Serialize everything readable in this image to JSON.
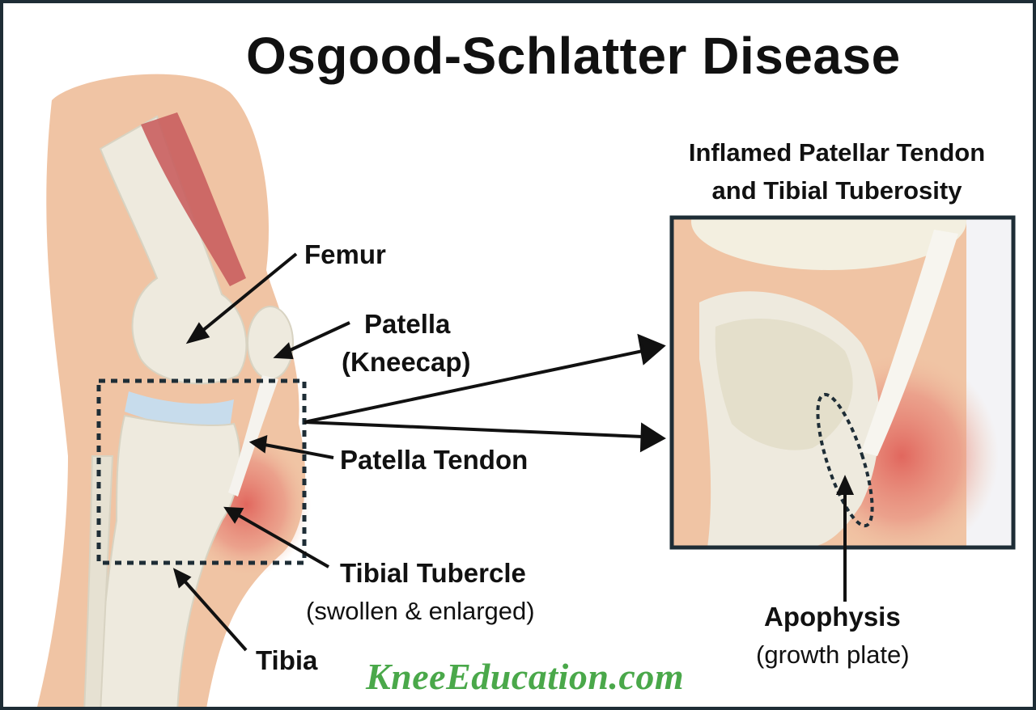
{
  "title": "Osgood-Schlatter Disease",
  "labels": {
    "femur": "Femur",
    "patella": "Patella",
    "patella_alt": "(Kneecap)",
    "patella_tendon": "Patella Tendon",
    "tibial_tubercle": "Tibial Tubercle",
    "tibial_tubercle_note": "(swollen & enlarged)",
    "tibia": "Tibia"
  },
  "inset": {
    "title_line1": "Inflamed Patellar Tendon",
    "title_line2": "and Tibial Tuberosity",
    "apophysis": "Apophysis",
    "apophysis_note": "(growth plate)"
  },
  "watermark": "KneeEducation.com",
  "colors": {
    "skin": "#f0c4a4",
    "bone": "#eeeade",
    "muscle": "#c95f5f",
    "cartilage": "#c7dcec",
    "inflammation": "#e0625a",
    "frame": "#1e2d36",
    "watermark": "#4aa84a"
  }
}
